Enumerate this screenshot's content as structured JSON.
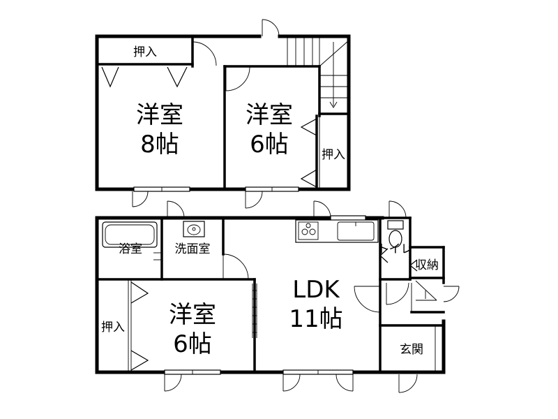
{
  "rooms": {
    "western_8": {
      "name": "洋室",
      "size": "8帖"
    },
    "western_6_upper": {
      "name": "洋室",
      "size": "6帖"
    },
    "western_6_lower": {
      "name": "洋室",
      "size": "6帖"
    },
    "ldk": {
      "name": "LDK",
      "size": "11帖"
    },
    "closet_top": "押入",
    "closet_right": "押入",
    "closet_left": "押入",
    "bath": "浴室",
    "washroom": "洗面室",
    "toilet": "トイレ",
    "storage": "収納",
    "entrance": "玄関"
  }
}
